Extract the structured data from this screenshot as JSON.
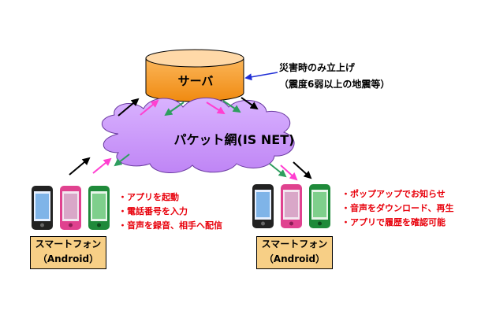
{
  "server": {
    "label": "サーバ"
  },
  "note": {
    "line1": "災害時のみ立上げ",
    "line2": "（震度6弱以上の地震等）"
  },
  "network": {
    "label": "パケット網(IS NET)"
  },
  "left_device": {
    "name": "スマートフォン",
    "os": "（Android）",
    "features": [
      "・アプリを起動",
      "・電話番号を入力",
      "・音声を録音、相手へ配信"
    ]
  },
  "right_device": {
    "name": "スマートフォン",
    "os": "（Android）",
    "features": [
      "・ポップアップでお知らせ",
      "・音声をダウンロード、再生",
      "・アプリで履歴を確認可能"
    ]
  },
  "colors": {
    "server_top": "#ffd9a8",
    "server_body": "#f59a23",
    "cloud": "#cc99ff",
    "arrow_black": "#000000",
    "arrow_magenta": "#ff3fd0",
    "arrow_green": "#2e9e5f",
    "arrow_blue": "#1f2ed6",
    "feature_text": "#e8000b",
    "label_box": "#f7cf86"
  }
}
